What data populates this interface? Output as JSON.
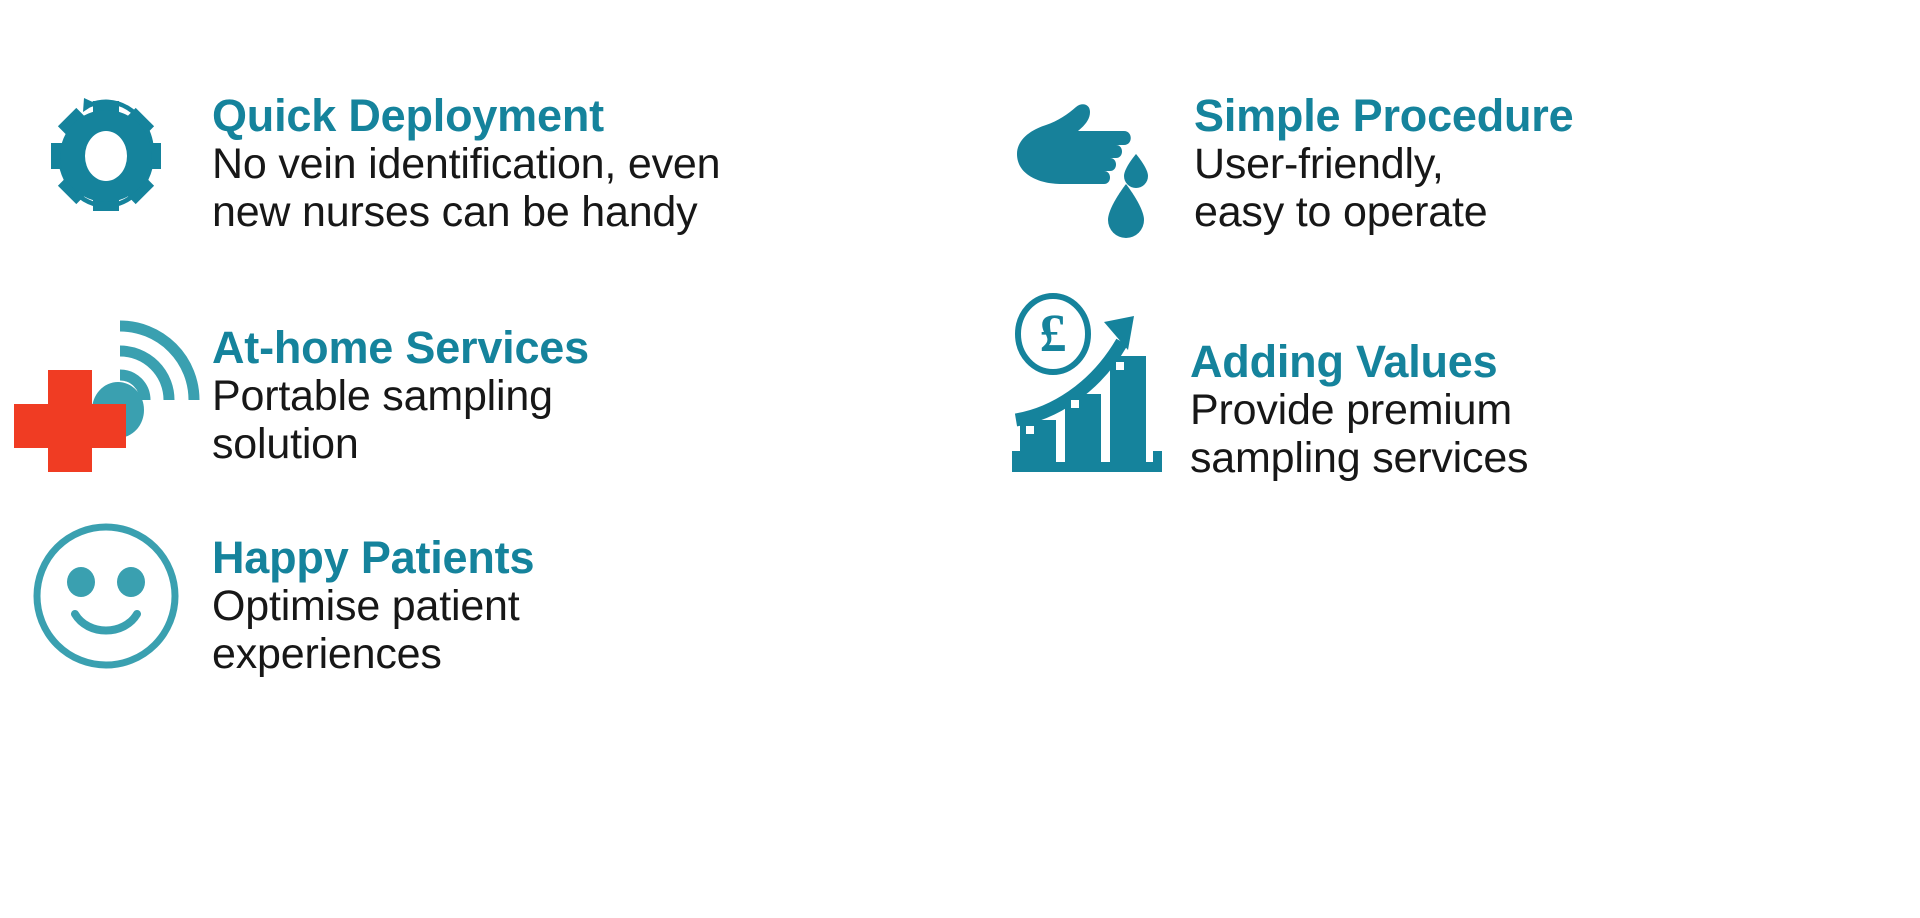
{
  "page": {
    "background_color": "#ffffff",
    "accent_color": "#15839C",
    "text_color": "#171717",
    "alert_color": "#F03C23",
    "layout": "two-column feature list"
  },
  "features": [
    {
      "id": "quick-deployment",
      "icon": "gear-refresh-icon",
      "title": "Quick Deployment",
      "desc_line1": "No vein identification, even",
      "desc_line2": "new nurses can be handy",
      "column": "left",
      "row": 1
    },
    {
      "id": "simple-procedure",
      "icon": "finger-blood-drop-icon",
      "title": "Simple Procedure",
      "desc_line1": "User-friendly,",
      "desc_line2": "easy to operate",
      "column": "right",
      "row": 1
    },
    {
      "id": "at-home-services",
      "icon": "medical-cross-wifi-icon",
      "title": "At-home Services",
      "desc_line1": "Portable sampling",
      "desc_line2": "solution",
      "column": "left",
      "row": 2
    },
    {
      "id": "adding-values",
      "icon": "pound-growth-chart-icon",
      "title": "Adding Values",
      "desc_line1": "Provide premium",
      "desc_line2": "sampling services",
      "column": "right",
      "row": 2
    },
    {
      "id": "happy-patients",
      "icon": "smiley-face-icon",
      "title": "Happy Patients",
      "desc_line1": "Optimise patient",
      "desc_line2": "experiences",
      "column": "left",
      "row": 3
    }
  ]
}
